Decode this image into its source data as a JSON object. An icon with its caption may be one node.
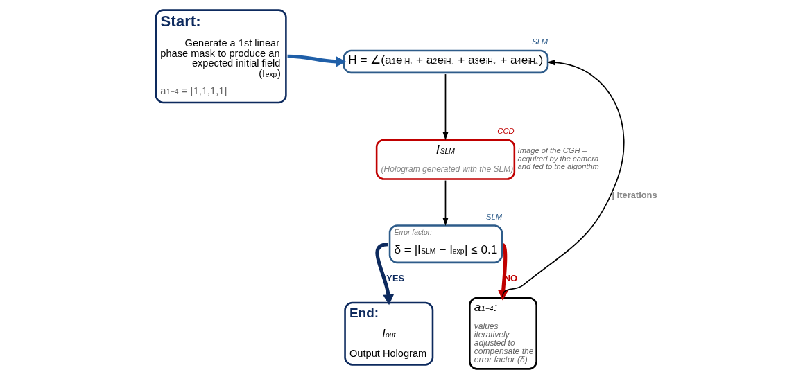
{
  "diagram": {
    "nodes": [
      {
        "text": [
          "Start:",
          "Generate a 1st linear phase mask to produce an expected initial field (I$_{exp}$)",
          "a$_{1−4}$ = [1,1,1,1]"
        ]
      },
      {
        "text": [
          "H = ∠(a$_{1}$e$^{iH₁}$ + a$_{2}$e$^{iH₂}$ + a$_{3}$e$^{iH₃}$ + a$_{4}$e$^{iH₄}$)"
        ],
        "beside": [
          "SLM"
        ]
      },
      {
        "text": [
          "I$_{SLM}$",
          "(Hologram generated with the SLM)"
        ],
        "beside": [
          "CCD",
          "Image of the CGH – acquired by the camera and fed to the algorithm"
        ]
      },
      {
        "text": [
          "Error factor:",
          "δ = |I$_{SLM}$ − I$_{exp}$| ≤ 0.1"
        ],
        "beside": [
          "SLM"
        ]
      },
      {
        "text": [
          "End:",
          "I$_{out}$",
          "Output Hologram"
        ]
      },
      {
        "text": [
          "a$_{1−4}$:",
          "values iteratively adjusted to compensate the error factor (δ)"
        ]
      }
    ],
    "edges": [
      {
        "from": 0,
        "to": 1,
        "arrow": "to",
        "style": "thick",
        "color": "#1f5fa8"
      },
      {
        "from": 1,
        "to": 2,
        "arrow": "to"
      },
      {
        "from": 2,
        "to": 3,
        "arrow": "to"
      },
      {
        "from": 3,
        "to": 4,
        "arrow": "to",
        "label": "YES",
        "style": "thick",
        "color": "#0d2a5e"
      },
      {
        "from": 3,
        "to": 5,
        "arrow": "to",
        "label": "NO",
        "style": "thick",
        "color": "#c00000"
      },
      {
        "from": 5,
        "to": 1,
        "arrow": "to",
        "label": "j iterations"
      }
    ]
  }
}
